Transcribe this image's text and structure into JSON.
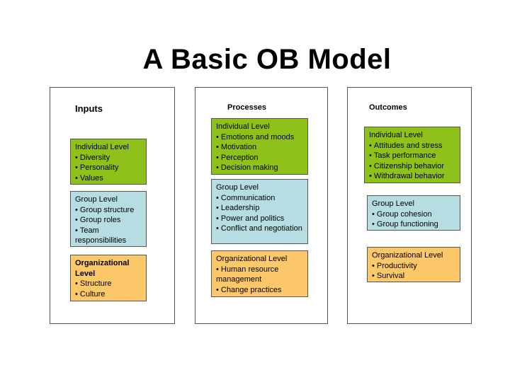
{
  "title": "A Basic OB Model",
  "columns": [
    {
      "label": "Inputs",
      "boxes": [
        {
          "heading": "Individual Level",
          "items": [
            "Diversity",
            "Personality",
            "Values"
          ]
        },
        {
          "heading": "Group Level",
          "items": [
            "Group structure",
            "Group roles",
            "Team responsibilities"
          ]
        },
        {
          "heading": "Organizational Level",
          "items": [
            "Structure",
            "Culture"
          ]
        }
      ]
    },
    {
      "label": "Processes",
      "boxes": [
        {
          "heading": "Individual Level",
          "items": [
            "Emotions and moods",
            "Motivation",
            "Perception",
            "Decision making"
          ]
        },
        {
          "heading": "Group Level",
          "items": [
            "Communication",
            "Leadership",
            "Power and politics",
            "Conflict and negotiation"
          ]
        },
        {
          "heading": "Organizational Level",
          "items": [
            "Human resource management",
            "Change practices"
          ]
        }
      ]
    },
    {
      "label": "Outcomes",
      "boxes": [
        {
          "heading": "Individual Level",
          "items": [
            "Attitudes and stress",
            "Task performance",
            "Citizenship behavior",
            "Withdrawal behavior"
          ]
        },
        {
          "heading": "Group Level",
          "items": [
            "Group cohesion",
            "Group functioning"
          ]
        },
        {
          "heading": "Organizational Level",
          "items": [
            "Productivity",
            "Survival"
          ]
        }
      ]
    }
  ],
  "colors": {
    "individual": "#8fc11b",
    "group": "#b6dee2",
    "organizational": "#fdc86a"
  }
}
